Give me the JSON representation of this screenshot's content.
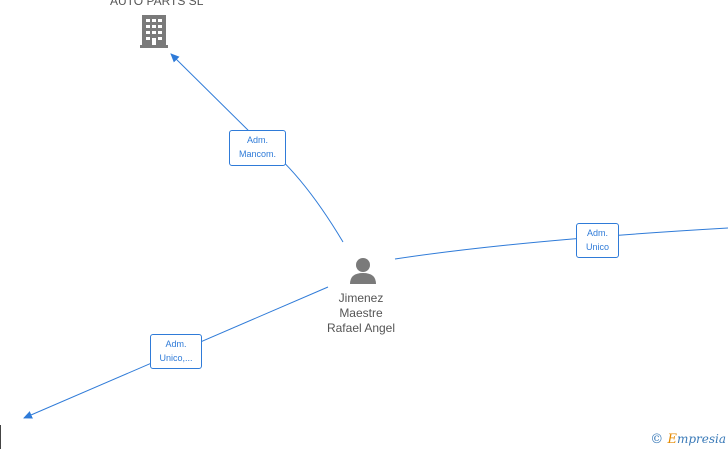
{
  "nodes": {
    "company": {
      "label": "AUTO PARTS  SL"
    },
    "person": {
      "name_lines": [
        "Jimenez",
        "Maestre",
        "Rafael Angel"
      ]
    }
  },
  "edges": [
    {
      "label_lines": [
        "Adm.",
        "Mancom."
      ]
    },
    {
      "label_lines": [
        "Adm.",
        "Unico"
      ]
    },
    {
      "label_lines": [
        "Adm.",
        "Unico,..."
      ]
    }
  ],
  "footer": {
    "copyright": "©",
    "brand_initial": "E",
    "brand_rest": "mpresia"
  },
  "colors": {
    "edge": "#2f7bd8",
    "icon": "#7a7a7a",
    "text": "#555555"
  }
}
